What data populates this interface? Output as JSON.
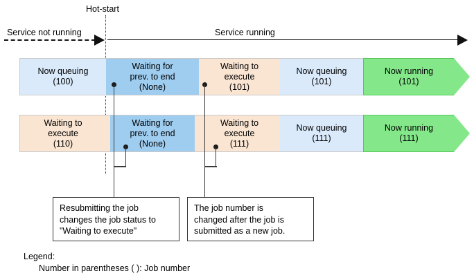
{
  "timeline": {
    "hot_start_label": "Hot-start",
    "left_label": "Service not running",
    "right_label": "Service running"
  },
  "rows": [
    {
      "name": "job-100-lifecycle",
      "segments": [
        {
          "status": "Now queuing",
          "job": "(100)",
          "color": "#daeafb"
        },
        {
          "status": "Waiting for\nprev. to end",
          "job": "(None)",
          "color": "#9fcdf0"
        },
        {
          "status": "Waiting to\nexecute",
          "job": "(101)",
          "color": "#fae5d3"
        },
        {
          "status": "Now queuing",
          "job": "(101)",
          "color": "#daeafb"
        },
        {
          "status": "Now running",
          "job": "(101)",
          "color": "#84e88a"
        }
      ]
    },
    {
      "name": "job-110-lifecycle",
      "segments": [
        {
          "status": "Waiting to\nexecute",
          "job": "(110)",
          "color": "#fae5d3"
        },
        {
          "status": "Waiting for\nprev. to end",
          "job": "(None)",
          "color": "#9fcdf0"
        },
        {
          "status": "Waiting to\nexecute",
          "job": "(111)",
          "color": "#fae5d3"
        },
        {
          "status": "Now queuing",
          "job": "(111)",
          "color": "#daeafb"
        },
        {
          "status": "Now running",
          "job": "(111)",
          "color": "#84e88a"
        }
      ]
    }
  ],
  "row1": {
    "seg1_l1": "Now queuing",
    "seg1_l2": "(100)",
    "seg2_l1": "Waiting for",
    "seg2_l2": "prev. to end",
    "seg2_l3": "(None)",
    "seg3_l1": "Waiting to",
    "seg3_l2": "execute",
    "seg3_l3": "(101)",
    "seg4_l1": "Now queuing",
    "seg4_l2": "(101)",
    "seg5_l1": "Now running",
    "seg5_l2": "(101)"
  },
  "row2": {
    "seg1_l1": "Waiting to",
    "seg1_l2": "execute",
    "seg1_l3": "(110)",
    "seg2_l1": "Waiting for",
    "seg2_l2": "prev. to end",
    "seg2_l3": "(None)",
    "seg3_l1": "Waiting to",
    "seg3_l2": "execute",
    "seg3_l3": "(111)",
    "seg4_l1": "Now queuing",
    "seg4_l2": "(111)",
    "seg5_l1": "Now running",
    "seg5_l2": "(111)"
  },
  "callouts": [
    {
      "name": "resubmit-note",
      "line1": "Resubmitting the job",
      "line2": "changes the job status to",
      "line3": "\"Waiting to execute\""
    },
    {
      "name": "job-number-note",
      "line1": "The job number is",
      "line2": "changed after the job is",
      "line3": "submitted as a new job."
    }
  ],
  "legend": {
    "title": "Legend:",
    "entry": "Number in parentheses ( ): Job number"
  },
  "colors": {
    "light_blue": "#daeafb",
    "medium_blue": "#9fcdf0",
    "orange": "#fae5d3",
    "green": "#84e88a",
    "line": "#333333"
  }
}
